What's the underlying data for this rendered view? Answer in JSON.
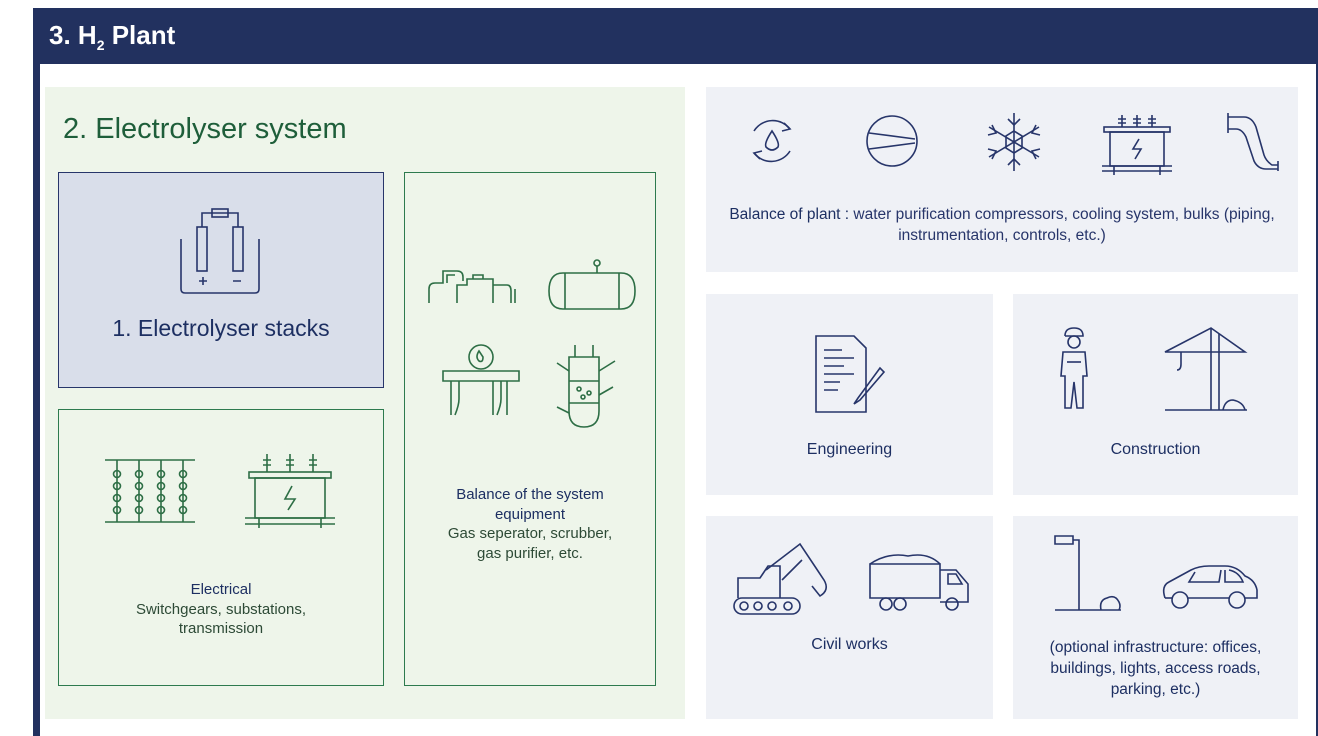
{
  "plant": {
    "title_prefix": "3. H",
    "title_sub": "2",
    "title_suffix": " Plant"
  },
  "electrolyser_system": {
    "title": "2. Electrolyser system",
    "stacks_label": "1. Electrolyser stacks",
    "electrical_title": "Electrical",
    "electrical_desc": "Switchgears, substations, transmission",
    "bos_title": "Balance of the system equipment",
    "bos_desc": "Gas seperator, scrubber, gas purifier, etc."
  },
  "balance_of_plant": {
    "title": "Balance of plant :",
    "desc": " water purification compressors, cooling system, bulks (piping, instrumentation, controls, etc.)"
  },
  "cards": {
    "engineering": "Engineering",
    "construction": "Construction",
    "civil_works": "Civil works",
    "optional": "(optional infrastructure: offices, buildings, lights, access roads, parking, etc.)"
  },
  "colors": {
    "navy": "#22315f",
    "green": "#2d7a4e",
    "light_green": "#eef5ea",
    "light_blue": "#d9deea",
    "card_gray": "#eff1f6"
  }
}
